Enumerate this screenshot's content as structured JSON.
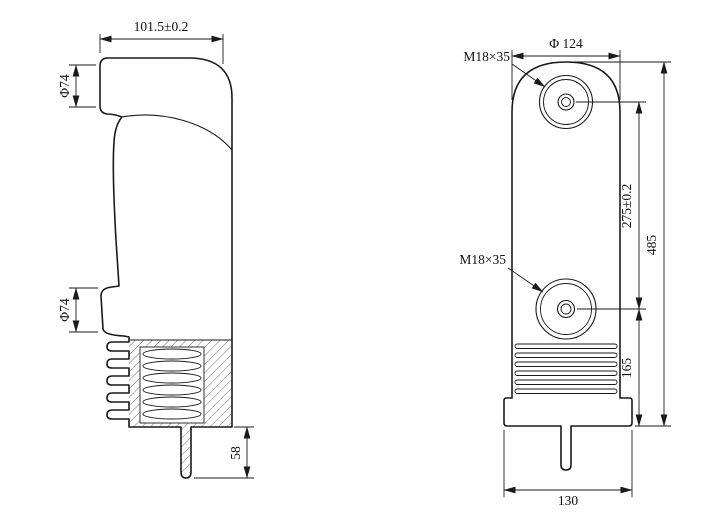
{
  "colors": {
    "line": "#1a1a1a",
    "background": "#ffffff",
    "hatch": "#3a3a3a"
  },
  "left_view": {
    "dim_arm_length": "101.5±0.2",
    "dim_arm_diameter": "Φ74",
    "dim_boss_diameter": "Φ74",
    "dim_stem_length": "58"
  },
  "right_view": {
    "dim_body_diameter": "Φ 124",
    "upper_terminal_thread": "M18×35",
    "lower_terminal_thread": "M18×35",
    "dim_terminal_spacing": "275±0.2",
    "dim_total_height": "485",
    "dim_lower_section": "165",
    "dim_base_width": "130"
  }
}
